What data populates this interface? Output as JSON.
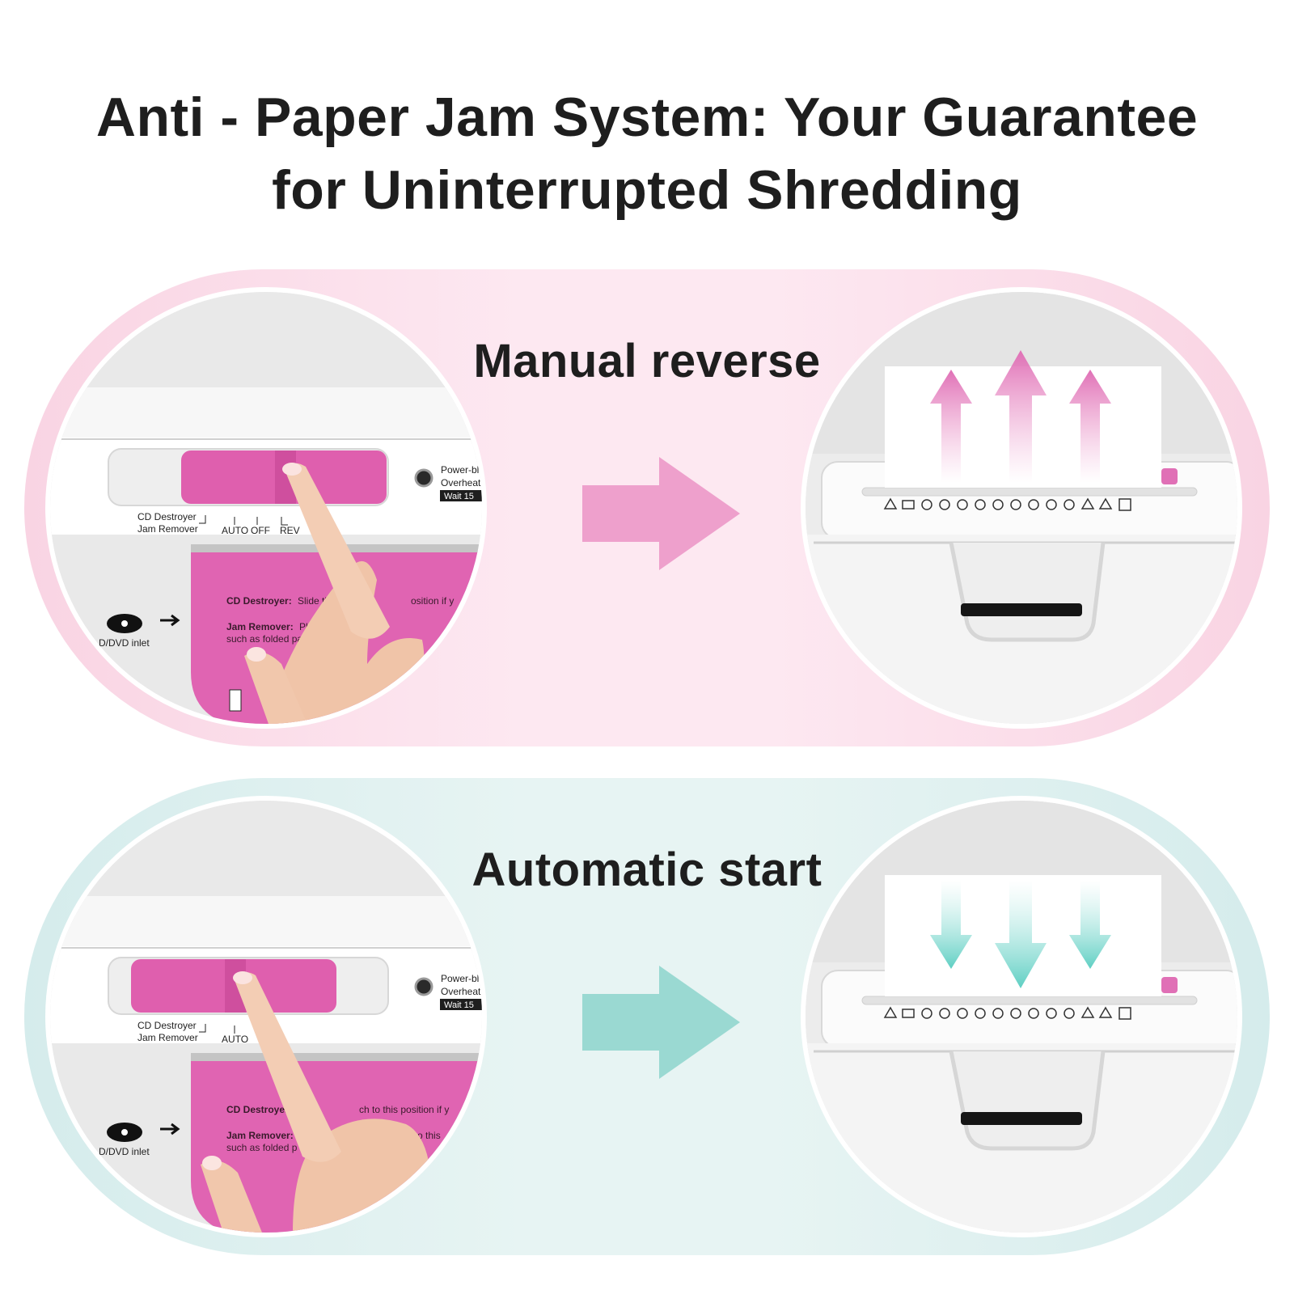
{
  "headline": {
    "line1": "Anti - Paper Jam System: Your Guarantee",
    "line2": "for Uninterrupted Shredding"
  },
  "colors": {
    "pink_accent": "#e06ab3",
    "arrow_pink": "#eea0cc",
    "arrow_teal": "#9ad9d2",
    "panel_pink": "#fde8f1",
    "panel_teal": "#e7f4f3"
  },
  "panels": [
    {
      "title": "Manual reverse",
      "arrow_icon": "right-arrow-icon",
      "detail_arrows_icon": "up-arrows-icon",
      "switch_labels": {
        "cd_destroyer": "CD Destroyer",
        "jam_remover": "Jam Remover",
        "auto": "AUTO",
        "off": "OFF",
        "rev": "REV",
        "power": "Power-bl",
        "overheat": "Overheat",
        "wait": "Wait 15"
      },
      "instructions": {
        "line1_bold": "CD Destroyer:",
        "line1_text": " Slide the",
        "line1_tail": "osition if y",
        "line2_bold": "Jam Remover:",
        "line2_text": " Please slic",
        "line3_text": "such as folded paper, pos"
      },
      "dvd_label": "D/DVD inlet"
    },
    {
      "title": "Automatic start",
      "arrow_icon": "right-arrow-icon",
      "detail_arrows_icon": "down-arrows-icon",
      "switch_labels": {
        "cd_destroyer": "CD Destroyer",
        "jam_remover": "Jam Remover",
        "auto": "AUTO",
        "power": "Power-bl",
        "overheat": "Overheat",
        "wait": "Wait 15"
      },
      "instructions": {
        "line1_bold": "CD Destroyer",
        "line1_tail": "ch to this position if y",
        "line2_bold": "Jam Remover:",
        "line2_tail": "switch to this",
        "line3_text": "such as folded p"
      },
      "dvd_label": "D/DVD inlet"
    }
  ]
}
